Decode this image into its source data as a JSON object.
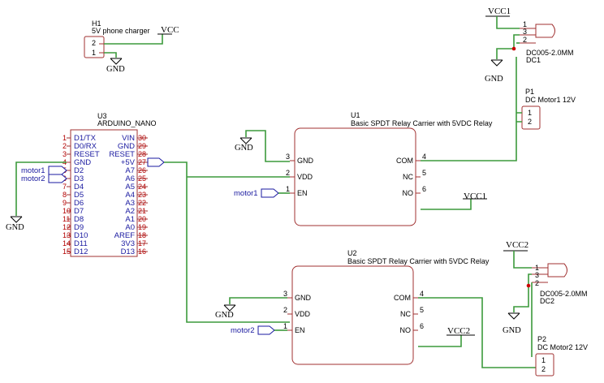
{
  "nets": {
    "vcc": "VCC",
    "vcc1": "VCC1",
    "vcc2": "VCC2",
    "gnd": "GND",
    "motor1": "motor1",
    "motor2": "motor2"
  },
  "h1": {
    "ref": "H1",
    "value": "5V phone charger",
    "pins": [
      "2",
      "1"
    ]
  },
  "u3": {
    "ref": "U3",
    "value": "ARDUINO_NANO",
    "left_pins": [
      {
        "num": "1",
        "name": "D1/TX"
      },
      {
        "num": "2",
        "name": "D0/RX"
      },
      {
        "num": "3",
        "name": "RESET"
      },
      {
        "num": "4",
        "name": "GND"
      },
      {
        "num": "5",
        "name": "D2"
      },
      {
        "num": "6",
        "name": "D3"
      },
      {
        "num": "7",
        "name": "D4"
      },
      {
        "num": "8",
        "name": "D5"
      },
      {
        "num": "9",
        "name": "D6"
      },
      {
        "num": "10",
        "name": "D7"
      },
      {
        "num": "11",
        "name": "D8"
      },
      {
        "num": "12",
        "name": "D9"
      },
      {
        "num": "13",
        "name": "D10"
      },
      {
        "num": "14",
        "name": "D11"
      },
      {
        "num": "15",
        "name": "D12"
      }
    ],
    "right_pins": [
      {
        "num": "30",
        "name": "VIN"
      },
      {
        "num": "29",
        "name": "GND"
      },
      {
        "num": "28",
        "name": "RESET"
      },
      {
        "num": "27",
        "name": "+5V"
      },
      {
        "num": "26",
        "name": "A7"
      },
      {
        "num": "25",
        "name": "A6"
      },
      {
        "num": "24",
        "name": "A5"
      },
      {
        "num": "23",
        "name": "A4"
      },
      {
        "num": "22",
        "name": "A3"
      },
      {
        "num": "21",
        "name": "A2"
      },
      {
        "num": "20",
        "name": "A1"
      },
      {
        "num": "19",
        "name": "A0"
      },
      {
        "num": "18",
        "name": "AREF"
      },
      {
        "num": "17",
        "name": "3V3"
      },
      {
        "num": "16",
        "name": "D13"
      }
    ]
  },
  "u1": {
    "ref": "U1",
    "value": "Basic SPDT Relay Carrier with 5VDC Relay",
    "left_pins": [
      {
        "num": "3",
        "name": "GND"
      },
      {
        "num": "2",
        "name": "VDD"
      },
      {
        "num": "1",
        "name": "EN"
      }
    ],
    "right_pins": [
      {
        "num": "4",
        "name": "COM"
      },
      {
        "num": "5",
        "name": "NC"
      },
      {
        "num": "6",
        "name": "NO"
      }
    ]
  },
  "u2": {
    "ref": "U2",
    "value": "Basic SPDT Relay Carrier with 5VDC Relay",
    "left_pins": [
      {
        "num": "3",
        "name": "GND"
      },
      {
        "num": "2",
        "name": "VDD"
      },
      {
        "num": "1",
        "name": "EN"
      }
    ],
    "right_pins": [
      {
        "num": "4",
        "name": "COM"
      },
      {
        "num": "5",
        "name": "NC"
      },
      {
        "num": "6",
        "name": "NO"
      }
    ]
  },
  "dc1": {
    "ref": "DC1",
    "value": "DC005-2.0MM",
    "pins": [
      "1",
      "3",
      "2"
    ]
  },
  "dc2": {
    "ref": "DC2",
    "value": "DC005-2.0MM",
    "pins": [
      "1",
      "3",
      "2"
    ]
  },
  "p1": {
    "ref": "P1",
    "value": "DC Motor1 12V",
    "pins": [
      "1",
      "2"
    ]
  },
  "p2": {
    "ref": "P2",
    "value": "DC Motor2 12V",
    "pins": [
      "1",
      "2"
    ]
  }
}
